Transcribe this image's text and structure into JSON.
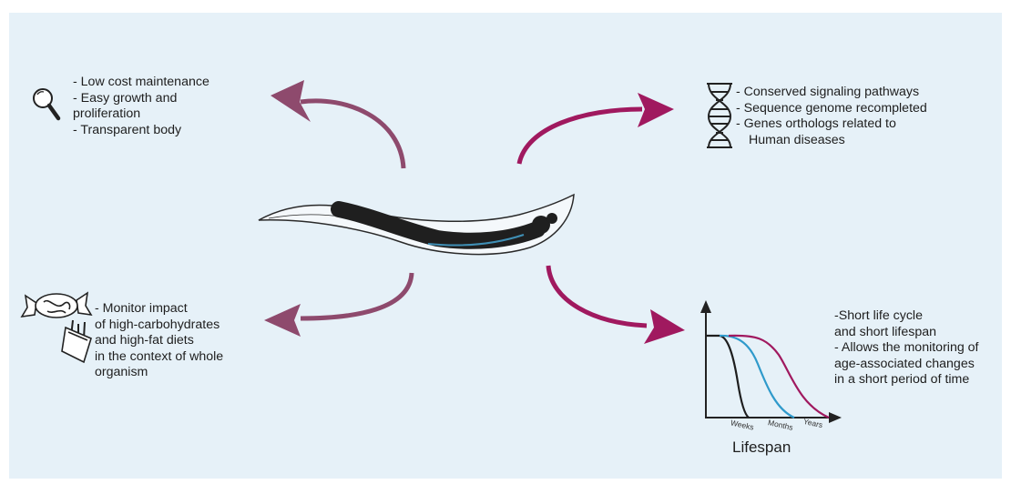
{
  "colors": {
    "background": "#e6f1f8",
    "arrow_left": "#8e4a6d",
    "arrow_right": "#a0195f",
    "curve_weeks": "#1e1e1e",
    "curve_months": "#2f9acb",
    "curve_years": "#a0195f",
    "worm": "#1f1f1f"
  },
  "icons": {
    "top_left": "magnifying-glass",
    "top_right": "dna-double-helix",
    "bottom_left": "candy-and-fries",
    "bottom_right": "survival-curve-chart"
  },
  "panels": {
    "top_left": {
      "lines": [
        "- Low cost maintenance",
        "- Easy growth and",
        "proliferation",
        "- Transparent body"
      ]
    },
    "top_right": {
      "lines": [
        "- Conserved signaling pathways",
        "- Sequence genome recompleted",
        "- Genes orthologs related to",
        "Human diseases"
      ]
    },
    "bottom_left": {
      "lines": [
        "- Monitor impact",
        "of high-carbohydrates",
        "and high-fat diets",
        "in the context of whole",
        "organism"
      ]
    },
    "bottom_right": {
      "lines": [
        "-Short  life cycle",
        "and short lifespan",
        "- Allows the monitoring of",
        "age-associated changes",
        "in a short period of time"
      ]
    }
  },
  "lifespan_chart": {
    "title": "Lifespan",
    "x_ticks": [
      "Weeks",
      "Months",
      "Years"
    ]
  }
}
